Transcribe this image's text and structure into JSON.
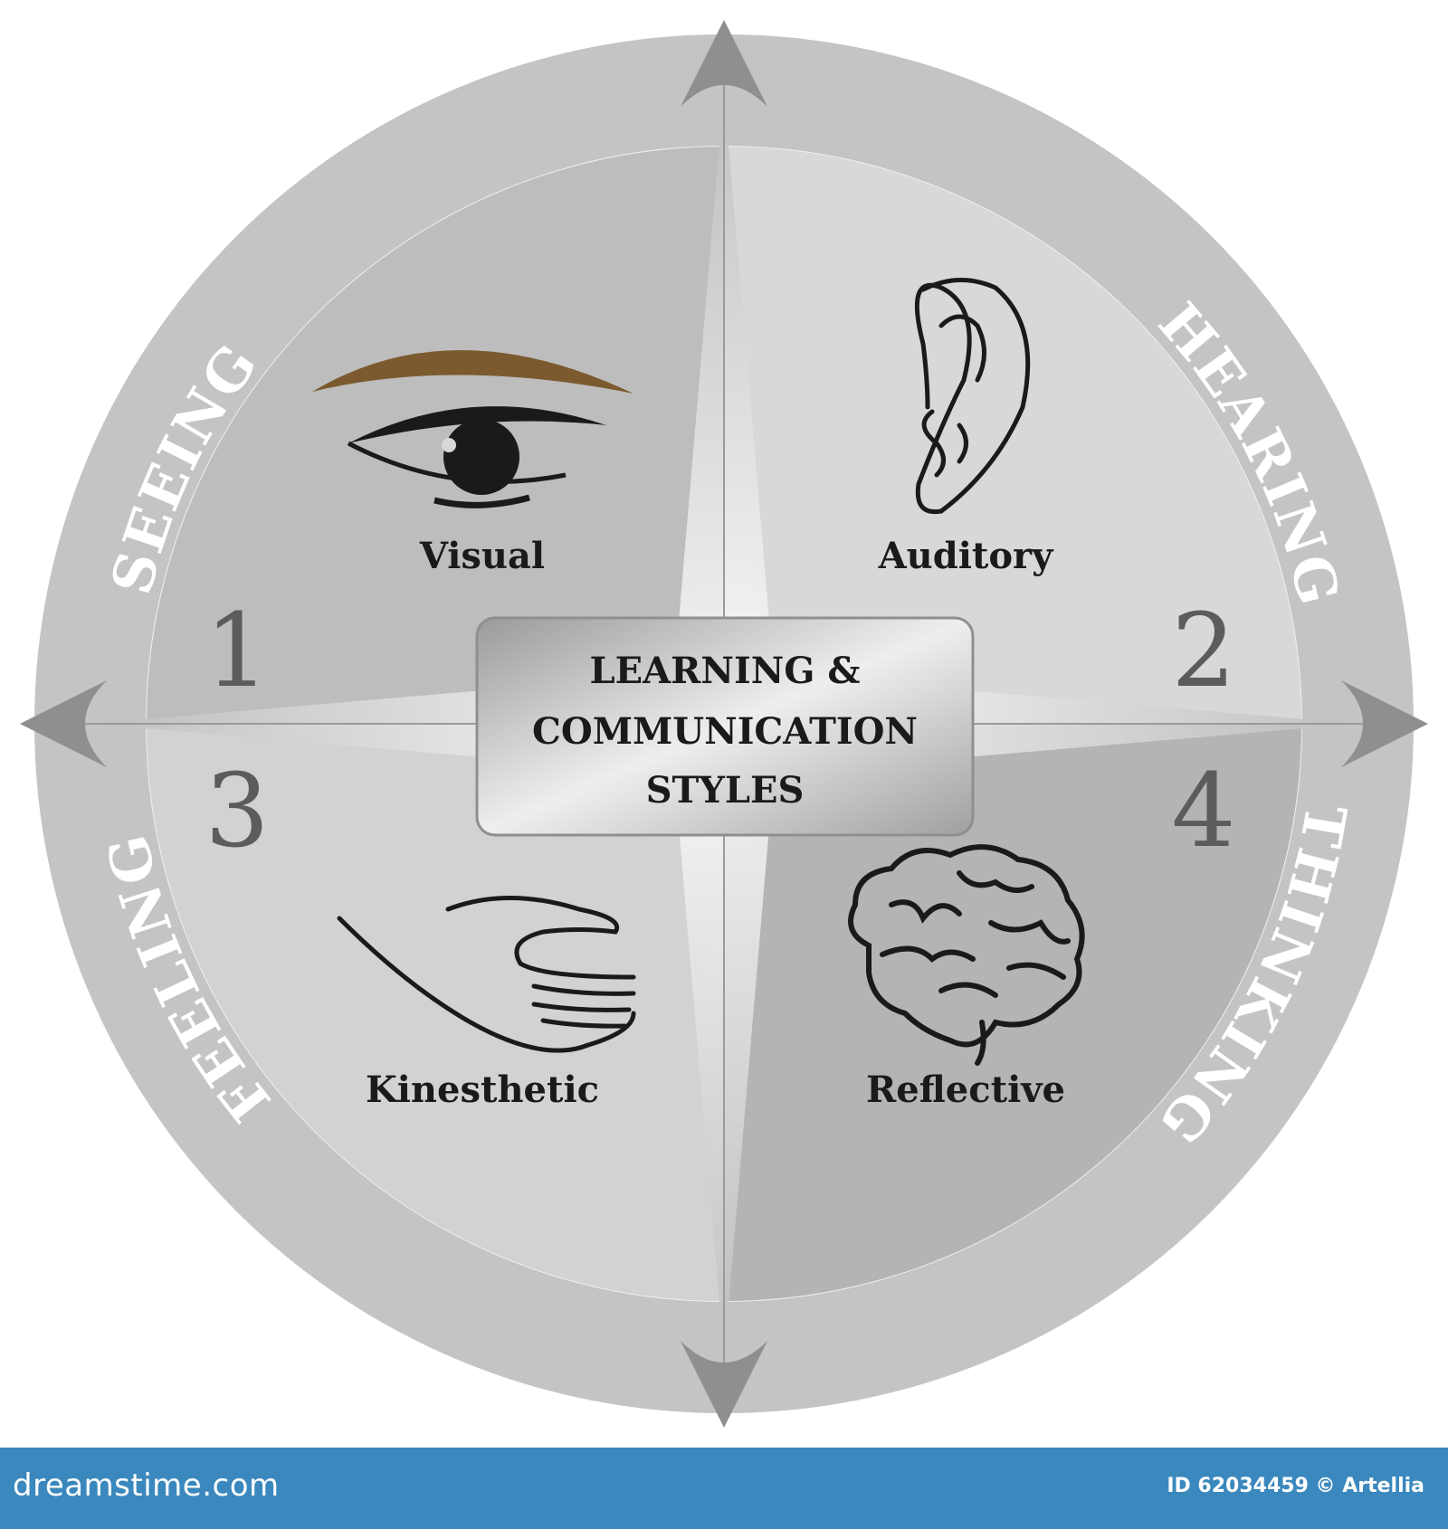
{
  "diagram": {
    "title_lines": [
      "LEARNING &",
      "COMMUNICATION",
      "STYLES"
    ],
    "quadrants": [
      {
        "number": "1",
        "sense": "SEEING",
        "style": "Visual",
        "icon": "eye-icon"
      },
      {
        "number": "2",
        "sense": "HEARING",
        "style": "Auditory",
        "icon": "ear-icon"
      },
      {
        "number": "3",
        "sense": "FEELING",
        "style": "Kinesthetic",
        "icon": "hand-icon"
      },
      {
        "number": "4",
        "sense": "THINKING",
        "style": "Reflective",
        "icon": "brain-icon"
      }
    ],
    "colors": {
      "ring": "#c4c4c4",
      "quadrant_1": "#bdbdbd",
      "quadrant_2": "#d8d8d8",
      "quadrant_3": "#d2d2d2",
      "quadrant_4": "#b4b4b4",
      "number": "#5c5c5c",
      "ink": "#1a1a1a",
      "eyebrow": "#7a5a2e"
    }
  },
  "footer": {
    "brand": "dreamstime.com",
    "credit": "ID 62034459 © Artellia"
  }
}
